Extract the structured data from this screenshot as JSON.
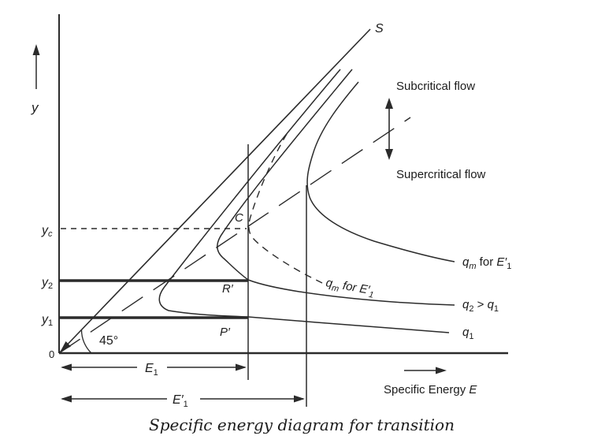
{
  "diagram": {
    "caption": "Specific energy diagram for transition",
    "y_axis_label": "y",
    "origin_label": "0",
    "angle_label": "45°",
    "s_line_label": "S",
    "x_axis_label_text": "Specific Energy ",
    "x_axis_label_var": "E",
    "flow_regions": {
      "subcritical": "Subcritical flow",
      "supercritical": "Supercritical flow"
    },
    "depth_marks": {
      "yc": {
        "base": "y",
        "sub": "c"
      },
      "y2": {
        "base": "y",
        "sub": "2"
      },
      "y1": {
        "base": "y",
        "sub": "1"
      }
    },
    "points": {
      "critical": "C",
      "r_prime": "R′",
      "p_prime": "P′"
    },
    "curve_labels": {
      "qm_right": {
        "q": "q",
        "q_sub": "m",
        "mid": " for ",
        "e": "E′",
        "e_sub": "1"
      },
      "qm_inline": {
        "q": "q",
        "q_sub": "m",
        "mid": " for ",
        "e": "E′",
        "e_sub": "1"
      },
      "q2": {
        "a": "q",
        "a_sub": "2",
        "mid": " > ",
        "b": "q",
        "b_sub": "1"
      },
      "q1": {
        "a": "q",
        "a_sub": "1"
      }
    },
    "dimensions": {
      "e1": {
        "base": "E",
        "sub": "1"
      },
      "e1_prime": {
        "base": "E′",
        "sub": "1"
      }
    },
    "colors": {
      "line": "#2b2b2b",
      "text": "#1c1c1c",
      "background": "#ffffff"
    }
  }
}
